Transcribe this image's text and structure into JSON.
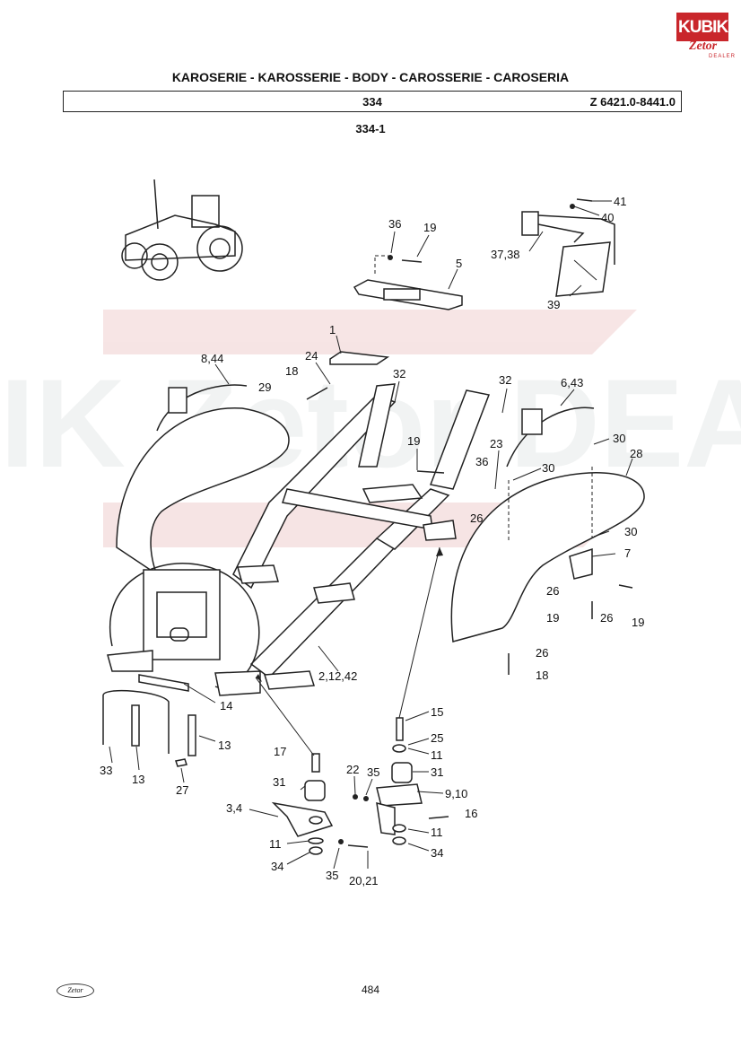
{
  "brand": {
    "logo_text": "KUBIK",
    "sub_logo_text": "Zetor",
    "dealer_text": "DEALER"
  },
  "header": {
    "title": "KAROSERIE - KAROSSERIE - BODY - CAROSSERIE - CAROSERIA",
    "section": "334",
    "code": "Z 6421.0-8441.0",
    "figure_id": "334-1"
  },
  "watermark": {
    "text": "KUBIK Zetor DEALER",
    "color": "#e8c9c9"
  },
  "callouts": [
    {
      "id": "c41",
      "text": "41"
    },
    {
      "id": "c40",
      "text": "40"
    },
    {
      "id": "c36a",
      "text": "36"
    },
    {
      "id": "c19a",
      "text": "19"
    },
    {
      "id": "c5",
      "text": "5"
    },
    {
      "id": "c3738",
      "text": "37,38"
    },
    {
      "id": "c39",
      "text": "39"
    },
    {
      "id": "c1",
      "text": "1"
    },
    {
      "id": "c844",
      "text": "8,44"
    },
    {
      "id": "c24",
      "text": "24"
    },
    {
      "id": "c18a",
      "text": "18"
    },
    {
      "id": "c32a",
      "text": "32"
    },
    {
      "id": "c29",
      "text": "29"
    },
    {
      "id": "c32b",
      "text": "32"
    },
    {
      "id": "c643",
      "text": "6,43"
    },
    {
      "id": "c19b",
      "text": "19"
    },
    {
      "id": "c23",
      "text": "23"
    },
    {
      "id": "c30a",
      "text": "30"
    },
    {
      "id": "c28",
      "text": "28"
    },
    {
      "id": "c36b",
      "text": "36"
    },
    {
      "id": "c30b",
      "text": "30"
    },
    {
      "id": "c26a",
      "text": "26"
    },
    {
      "id": "c30c",
      "text": "30"
    },
    {
      "id": "c7",
      "text": "7"
    },
    {
      "id": "c26b",
      "text": "26"
    },
    {
      "id": "c19c",
      "text": "19"
    },
    {
      "id": "c26c",
      "text": "26"
    },
    {
      "id": "c19d",
      "text": "19"
    },
    {
      "id": "c26d",
      "text": "26"
    },
    {
      "id": "c18b",
      "text": "18"
    },
    {
      "id": "c21242",
      "text": "2,12,42"
    },
    {
      "id": "c14",
      "text": "14"
    },
    {
      "id": "c15",
      "text": "15"
    },
    {
      "id": "c25",
      "text": "25"
    },
    {
      "id": "c11a",
      "text": "11"
    },
    {
      "id": "c31a",
      "text": "31"
    },
    {
      "id": "c910",
      "text": "9,10"
    },
    {
      "id": "c16",
      "text": "16"
    },
    {
      "id": "c11b",
      "text": "11"
    },
    {
      "id": "c34a",
      "text": "34"
    },
    {
      "id": "c13a",
      "text": "13"
    },
    {
      "id": "c33",
      "text": "33"
    },
    {
      "id": "c13b",
      "text": "13"
    },
    {
      "id": "c27",
      "text": "27"
    },
    {
      "id": "c17",
      "text": "17"
    },
    {
      "id": "c22",
      "text": "22"
    },
    {
      "id": "c35a",
      "text": "35"
    },
    {
      "id": "c31b",
      "text": "31"
    },
    {
      "id": "c34",
      "text": "3,4"
    },
    {
      "id": "c11c",
      "text": "11"
    },
    {
      "id": "c34b",
      "text": "34"
    },
    {
      "id": "c35b",
      "text": "35"
    },
    {
      "id": "c2021",
      "text": "20,21"
    }
  ],
  "footer": {
    "page_number": "484",
    "logo_text": "Zetor"
  }
}
